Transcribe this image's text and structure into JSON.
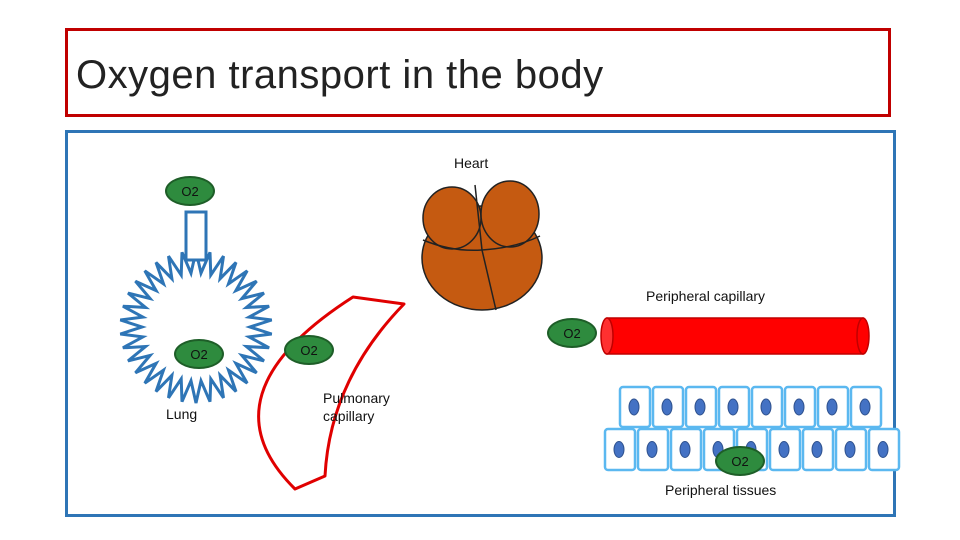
{
  "title": "Oxygen transport in the body",
  "labels": {
    "heart": "Heart",
    "peripheral_capillary": "Peripheral capillary",
    "lung": "Lung",
    "pulmonary_capillary_line1": "Pulmonary",
    "pulmonary_capillary_line2": "capillary",
    "peripheral_tissues": "Peripheral tissues"
  },
  "oxygen_label": "O2",
  "colors": {
    "title_border": "#c00000",
    "diagram_border": "#2e75b6",
    "lung": "#2e75b6",
    "heart": "#c55a11",
    "capillary": "#ff0000",
    "oxygen": "#2e8b3e",
    "cell_border": "#5bb8f0",
    "nucleus": "#4472c4"
  }
}
